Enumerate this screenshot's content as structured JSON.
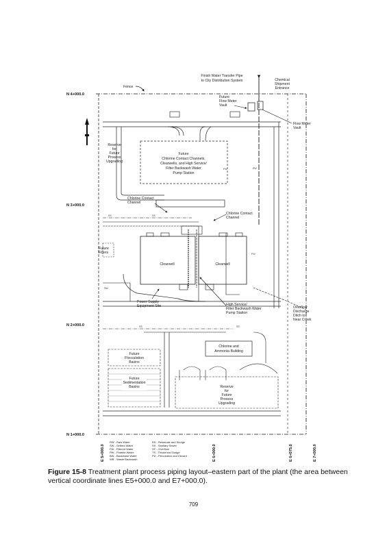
{
  "labels": {
    "finish_water_1": "Finish Water Transfer Pipe",
    "finish_water_2": "to City Distribution System",
    "chemical_1": "Chemical",
    "chemical_2": "Shipment",
    "chemical_3": "Entrance",
    "fence": "Fence",
    "future_flow_meter_1": "Future",
    "future_flow_meter_2": "Flow Meter",
    "future_flow_meter_3": "Vault",
    "flow_meter_vault_1": "Flow Meter",
    "flow_meter_vault_2": "Vault",
    "reserve_1": "Reserve",
    "reserve_2": "for",
    "reserve_3": "Future",
    "reserve_4": "Process",
    "reserve_5": "Upgrading",
    "future_ccc_1": "Future",
    "future_ccc_2": "Chlorine Contact Channels,",
    "future_ccc_3": "Clearwells, and High Service/",
    "future_ccc_4": "Filter Backwash Water",
    "future_ccc_5": "Pump Station",
    "cl_contact_left_1": "Chlorine Contact",
    "cl_contact_left_2": "Channel",
    "cl_contact_right_1": "Chlorine Contact",
    "cl_contact_right_2": "Channel",
    "future_filters_1": "Future",
    "future_filters_2": "Filters",
    "clearwell_left": "Clearwell",
    "clearwell_right": "Clearwell",
    "power_supply_1": "Power Supply",
    "power_supply_2": "Equipment Site",
    "high_service_1": "High Service/",
    "high_service_2": "Filter Backwash Water",
    "high_service_3": "Pump Station",
    "overflow_1": "Overflow",
    "overflow_2": "Discharge",
    "overflow_3": "Ditch to",
    "overflow_4": "Near Creek",
    "chlorine_ammonia_1": "Chlorine and",
    "chlorine_ammonia_2": "Ammonia Building",
    "future_floc_1": "Future",
    "future_floc_2": "Flocculation",
    "future_floc_3": "Basins",
    "future_sed_1": "Future",
    "future_sed_2": "Sedimentation",
    "future_sed_3": "Basins",
    "reserve_bottom_1": "Reserve",
    "reserve_bottom_2": "for",
    "reserve_bottom_3": "Future",
    "reserve_bottom_4": "Process",
    "reserve_bottom_5": "Upgrading",
    "pipe_ss": "SS",
    "pipe_fw": "FW",
    "pipe_pw": "PW",
    "pipe_sw": "SW"
  },
  "coordinates": {
    "n44": "N 4+000.0",
    "n34": "N 3+000.0",
    "n24": "N 2+000.0",
    "n14": "N 1+000.0",
    "e5": "E 5+000.0",
    "e6": "E 6+000.0",
    "e6b": "E 6+075.0",
    "e7": "E 7+000.0"
  },
  "legend": {
    "left": [
      "RW  -  Raw Water",
      "SW  -  Settled Water",
      "FW  -  Filtered Water",
      "PW  -  Potable Water",
      "BW  -  Backwash Water",
      "WB  -  Waste Backwash"
    ],
    "right": [
      "RS  -  Residuals and Sludge",
      "SS  -  Sanitary Sewer",
      "OF  -  Overflow",
      "TS  -  Thickened Sludge",
      "PD  -  Percolation and Decant"
    ]
  },
  "caption": {
    "fig": "Figure 15-8",
    "text": "Treatment plant process piping layout–eastern part of the plant (the area between vertical coordinate lines E5+000.0 and E7+000.0)."
  },
  "page_number": "709"
}
